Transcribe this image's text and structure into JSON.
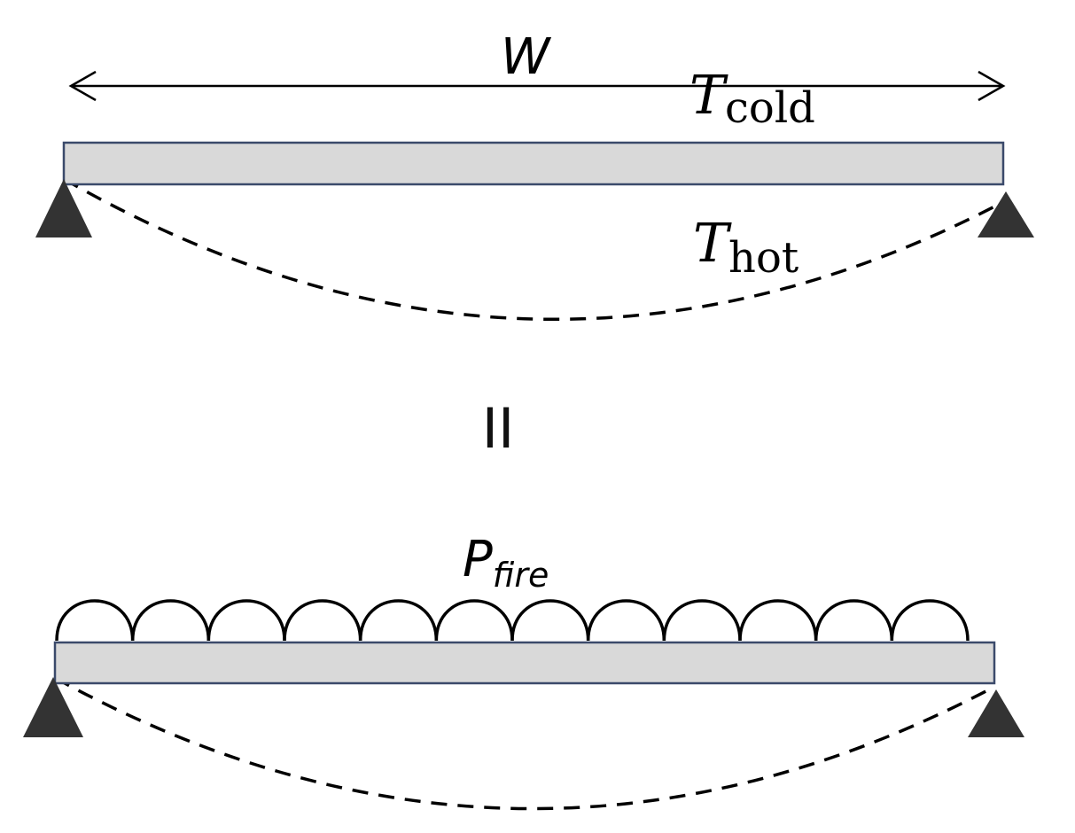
{
  "labels": {
    "width_symbol": "W",
    "t_cold_main": "T",
    "t_cold_sub": "cold",
    "t_hot_main": "T",
    "t_hot_sub": "hot",
    "equals": "II",
    "p_fire_main": "P",
    "p_fire_sub": "fire"
  },
  "load": {
    "arc_count": 12
  },
  "colors": {
    "beam_fill": "#d9d9d9",
    "beam_stroke": "#3b4a6b",
    "support": "#333333",
    "line": "#000000"
  }
}
